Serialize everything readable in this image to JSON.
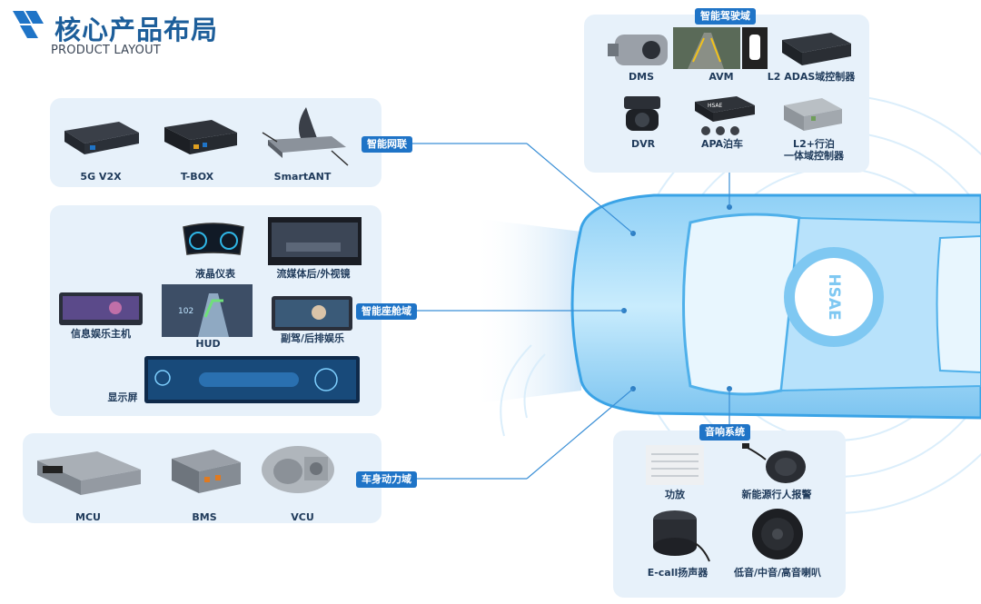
{
  "header": {
    "title": "核心产品布局",
    "subtitle": "PRODUCT LAYOUT",
    "brand_color": "#1d5e9a"
  },
  "car": {
    "badge": "HSAE"
  },
  "domains": {
    "connectivity": {
      "tag": "智能网联",
      "items": [
        "5G V2X",
        "T-BOX",
        "SmartANT"
      ]
    },
    "cockpit": {
      "tag": "智能座舱域",
      "items": [
        "液晶仪表",
        "流媒体后/外视镜",
        "信息娱乐主机",
        "HUD",
        "副驾/后排娱乐",
        "显示屏"
      ]
    },
    "powertrain": {
      "tag": "车身动力域",
      "items": [
        "MCU",
        "BMS",
        "VCU"
      ]
    },
    "adas": {
      "tag": "智能驾驶域",
      "items": [
        "DMS",
        "AVM",
        "L2 ADAS域控制器",
        "DVR",
        "APA泊车",
        "L2+行泊",
        "一体域控制器"
      ]
    },
    "audio": {
      "tag": "音响系统",
      "items": [
        "功放",
        "新能源行人报警",
        "E-call扬声器",
        "低音/中音/高音喇叭"
      ]
    }
  },
  "colors": {
    "panel": "#e7f1fa",
    "tag": "#1f74c7",
    "line": "#3a8fd6",
    "car": "#5fb4ec"
  }
}
